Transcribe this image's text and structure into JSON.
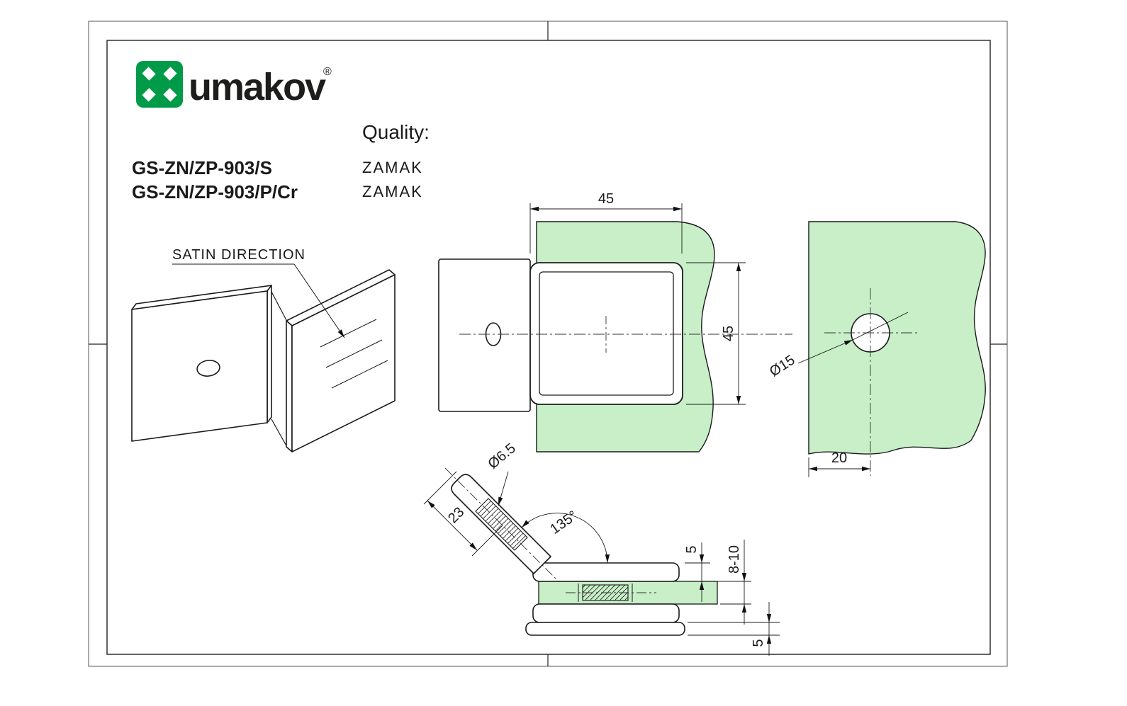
{
  "brand": {
    "name": "umakov",
    "registered": "®"
  },
  "info": {
    "quality_label": "Quality:",
    "products": [
      {
        "code": "GS-ZN/ZP-903/S",
        "quality": "ZAMAK"
      },
      {
        "code": "GS-ZN/ZP-903/P/Cr",
        "quality": "ZAMAK"
      }
    ]
  },
  "labels": {
    "satin_direction": "SATIN DIRECTION"
  },
  "dims": {
    "front_width": "45",
    "front_height": "45",
    "hole_diameter": "Ø15",
    "hole_offset": "20",
    "screw_diameter": "Ø6.5",
    "tip_to_hole": "23",
    "angle": "135°",
    "plate_thickness": "5",
    "glass_range": "8-10",
    "cover_thickness": "5"
  },
  "colors": {
    "glass": "#c8efc8",
    "brand_green": "#009B48",
    "line": "#1a1a1a"
  }
}
